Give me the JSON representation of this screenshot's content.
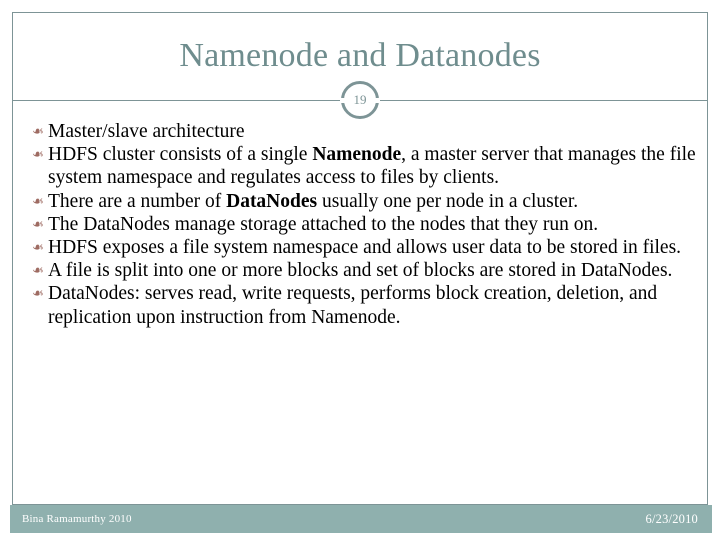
{
  "slide": {
    "title": "Namenode and Datanodes",
    "slide_number": "19",
    "bullet_glyph": "❧",
    "colors": {
      "title": "#6f8d8e",
      "rule": "#7d9496",
      "bullet": "#9e6b62",
      "footer_band": "#8fb0ae",
      "body_text": "#000000",
      "footer_text": "#ffffff",
      "background": "#ffffff"
    },
    "bullets": [
      {
        "id": "master-slave-architecture",
        "segments": [
          {
            "text": "Master/slave architecture",
            "bold": false
          }
        ]
      },
      {
        "id": "hdfs-cluster-single-namenode",
        "segments": [
          {
            "text": "HDFS cluster consists of a single ",
            "bold": false
          },
          {
            "text": "Namenode",
            "bold": true
          },
          {
            "text": ", a master server that manages the file system namespace and regulates access to files by clients.",
            "bold": false
          }
        ]
      },
      {
        "id": "number-of-datanodes",
        "segments": [
          {
            "text": "There are a number of ",
            "bold": false
          },
          {
            "text": "DataNodes",
            "bold": true
          },
          {
            "text": " usually one per node in a cluster.",
            "bold": false
          }
        ]
      },
      {
        "id": "datanodes-manage-storage",
        "segments": [
          {
            "text": "The DataNodes manage storage attached to the nodes that they run on.",
            "bold": false
          }
        ]
      },
      {
        "id": "hdfs-exposes-namespace",
        "segments": [
          {
            "text": "HDFS exposes a file system namespace and allows user data to be stored in files.",
            "bold": false
          }
        ]
      },
      {
        "id": "file-split-into-blocks",
        "segments": [
          {
            "text": "A file is split into one or more blocks and set of blocks are stored in DataNodes.",
            "bold": false
          }
        ]
      },
      {
        "id": "datanodes-serve-requests",
        "segments": [
          {
            "text": "DataNodes: serves read, write requests, performs block creation, deletion, and replication upon instruction from Namenode.",
            "bold": false
          }
        ]
      }
    ],
    "footer": {
      "author": "Bina Ramamurthy 2010",
      "date": "6/23/2010"
    }
  }
}
